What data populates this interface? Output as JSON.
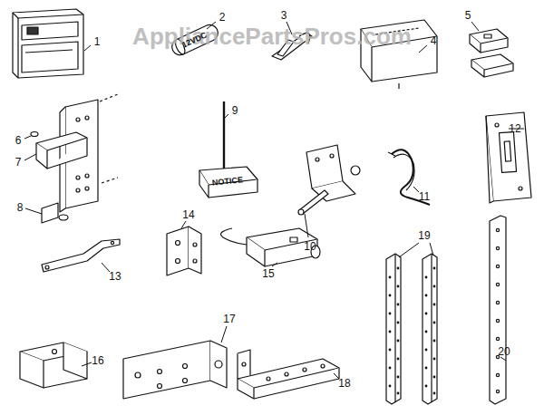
{
  "diagram": {
    "labels": [
      "AppliancePartsPros.com",
      "1",
      "2",
      "3",
      "4",
      "5",
      "6",
      "7",
      "8",
      "9",
      "10",
      "11",
      "12",
      "13",
      "14",
      "15",
      "16",
      "17",
      "18",
      "19",
      "20",
      "NOTICE",
      "12VDC"
    ]
  }
}
